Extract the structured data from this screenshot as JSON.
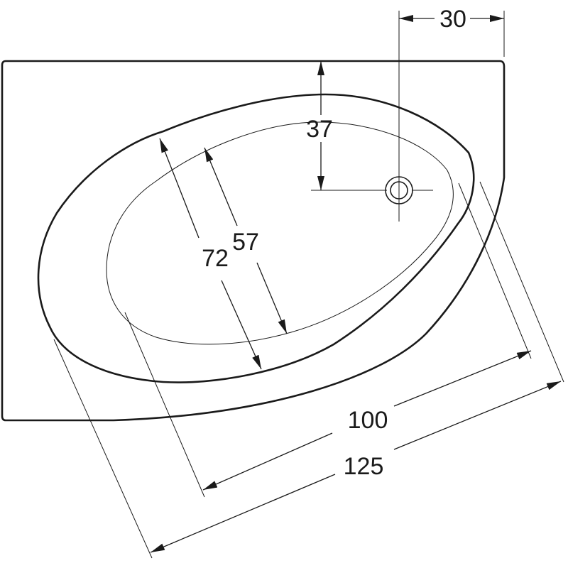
{
  "dimensions": {
    "drain_offset": "30",
    "drain_depth": "37",
    "bowl_width_inner": "57",
    "bowl_width_outer": "72",
    "bowl_length_inner": "100",
    "bowl_length_outer": "125"
  }
}
